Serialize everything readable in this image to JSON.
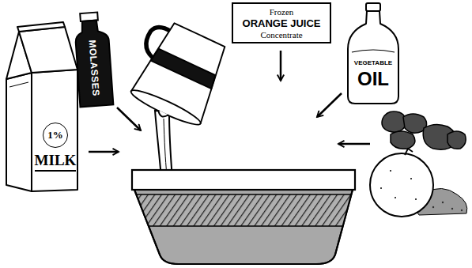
{
  "diagram": {
    "nodes": [
      {
        "text": [
          "1%",
          "MILK"
        ]
      },
      {
        "text": [
          "MOLASSES"
        ]
      },
      {
        "text": [
          "Frozen",
          "ORANGE JUICE",
          "Concentrate"
        ]
      },
      {
        "text": [
          "VEGETABLE",
          "OIL"
        ]
      }
    ]
  }
}
